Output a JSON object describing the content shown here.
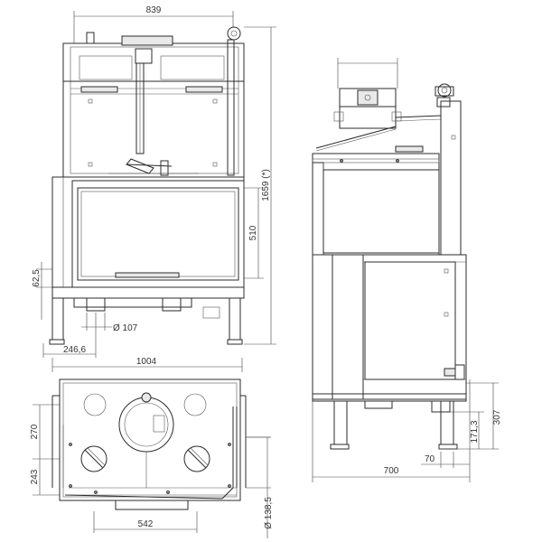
{
  "dimensions": {
    "front_width": "839",
    "front_height": "1659 (*)",
    "glass_height": "510",
    "bottom_offset": "62,5",
    "flue_diameter": "Ø 107",
    "side_offset": "246,6",
    "overall_width": "1004",
    "plan_depth_left": "270",
    "plan_depth_bottom": "243",
    "plan_inner_width": "542",
    "flue_plan_diameter": "Ø 138,5",
    "side_depth": "700",
    "side_offset_small": "70",
    "side_height_small": "171,3",
    "side_height_large": "307"
  }
}
